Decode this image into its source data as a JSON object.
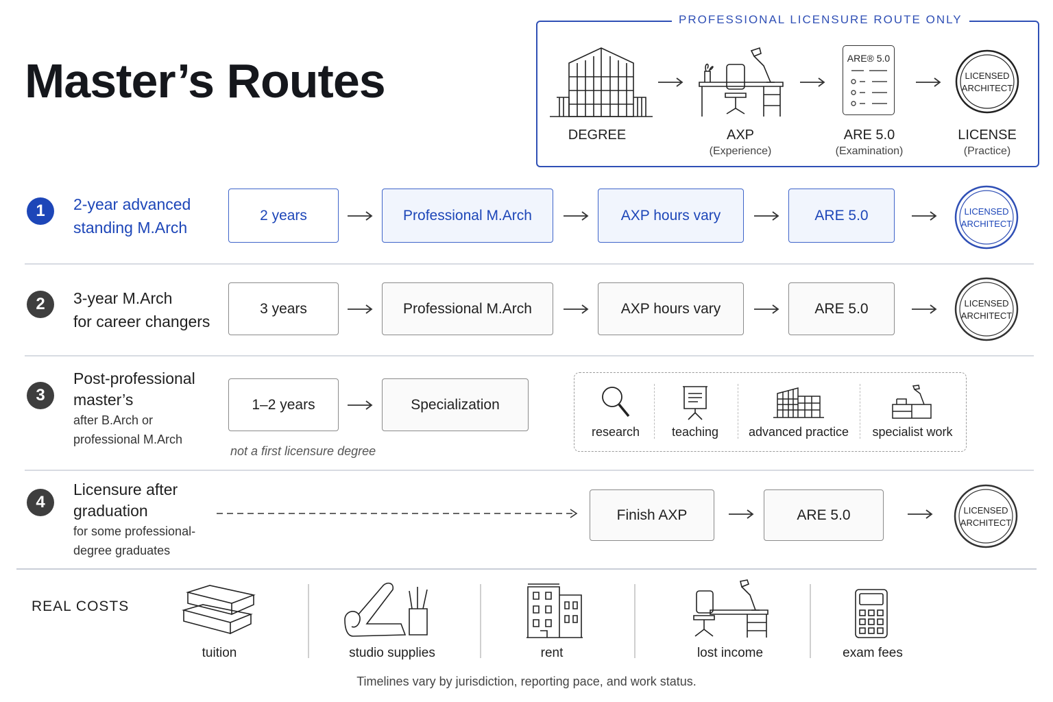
{
  "title": "Master’s Routes",
  "licensure_route": {
    "heading": "PROFESSIONAL LICENSURE ROUTE ONLY",
    "steps": [
      {
        "label": "DEGREE",
        "sub": "",
        "icon": "building-icon"
      },
      {
        "label": "AXP",
        "sub": "(Experience)",
        "icon": "desk-icon"
      },
      {
        "label": "ARE 5.0",
        "sub": "(Examination)",
        "icon": "exam-sheet-icon",
        "sheet_title": "ARE® 5.0"
      },
      {
        "label": "LICENSE",
        "sub": "(Practice)",
        "icon": "license-seal-icon"
      }
    ]
  },
  "badge": {
    "line1": "LICENSED",
    "line2": "ARCHITECT"
  },
  "routes": [
    {
      "number": "1",
      "title_lines": [
        "2-year advanced",
        "standing M.Arch"
      ],
      "steps": [
        "2 years",
        "Professional M.Arch",
        "AXP hours vary",
        "ARE 5.0"
      ]
    },
    {
      "number": "2",
      "title_lines": [
        "3-year M.Arch",
        "for career changers"
      ],
      "steps": [
        "3 years",
        "Professional M.Arch",
        "AXP hours vary",
        "ARE 5.0"
      ]
    },
    {
      "number": "3",
      "title_lines": [
        "Post-professional",
        "master’s"
      ],
      "sub_lines": [
        "after B.Arch or",
        "professional M.Arch"
      ],
      "steps": [
        "1–2 years",
        "Specialization"
      ],
      "note": "not a first licensure degree",
      "outcomes": [
        {
          "label": "research",
          "icon": "magnifier-icon"
        },
        {
          "label": "teaching",
          "icon": "presentation-board-icon"
        },
        {
          "label": "advanced practice",
          "icon": "office-building-icon"
        },
        {
          "label": "specialist work",
          "icon": "workstation-icon"
        }
      ]
    },
    {
      "number": "4",
      "title_lines": [
        "Licensure after",
        "graduation"
      ],
      "sub_lines": [
        "for some professional-",
        "degree graduates"
      ],
      "steps": [
        "Finish AXP",
        "ARE 5.0"
      ]
    }
  ],
  "costs": {
    "heading": "REAL COSTS",
    "items": [
      {
        "label": "tuition",
        "icon": "books-icon"
      },
      {
        "label": "studio supplies",
        "icon": "drawing-roll-icon"
      },
      {
        "label": "rent",
        "icon": "apartment-icon"
      },
      {
        "label": "lost income",
        "icon": "desk-chair-icon"
      },
      {
        "label": "exam fees",
        "icon": "calculator-icon"
      }
    ]
  },
  "footnote": "Timelines vary by jurisdiction, reporting pace, and work status.",
  "colors": {
    "accent": "#1d46b8",
    "panel_border": "#2f4fb5",
    "dark": "#3e3e3e"
  }
}
